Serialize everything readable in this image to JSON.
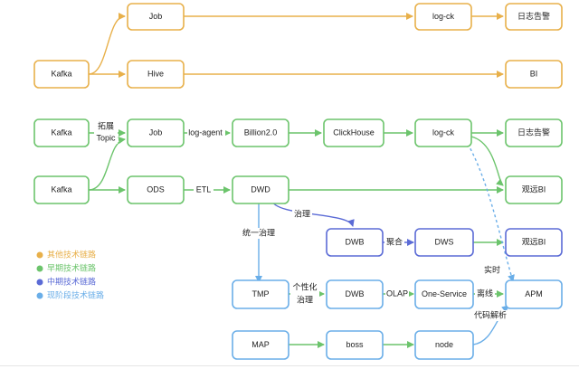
{
  "colors": {
    "orange": "#e8b04a",
    "green": "#6cc46c",
    "indigo": "#5b6bd6",
    "blue": "#6aaee8"
  },
  "nodes": {
    "kafka_1": "Kafka",
    "job_1": "Job",
    "logck_1": "log-ck",
    "alert_1": "日志告警",
    "hive": "Hive",
    "bi_1": "BI",
    "kafka_2": "Kafka",
    "job_2": "Job",
    "billion": "Billion2.0",
    "clickhouse": "ClickHouse",
    "logck_2": "log-ck",
    "alert_2": "日志告警",
    "kafka_3": "Kafka",
    "ods": "ODS",
    "dwd": "DWD",
    "bi_2": "观远BI",
    "dwb_1": "DWB",
    "dws": "DWS",
    "bi_3": "观远BI",
    "tmp": "TMP",
    "dwb_2": "DWB",
    "one_service": "One-Service",
    "apm": "APM",
    "map": "MAP",
    "boss": "boss",
    "node": "node"
  },
  "edge_labels": {
    "expand": "拓展",
    "topic": "Topic",
    "log_agent": "log-agent",
    "etl": "ETL",
    "govern": "治理",
    "unified_govern": "统一治理",
    "aggregate": "聚合",
    "personalized": "个性化",
    "personalized_govern": "治理",
    "olap": "OLAP",
    "offline": "离线",
    "realtime": "实时",
    "code_parse": "代码解析"
  },
  "legend": [
    {
      "label": "其他技术链路",
      "color": "#e8b04a"
    },
    {
      "label": "早期技术链路",
      "color": "#6cc46c"
    },
    {
      "label": "中期技术链路",
      "color": "#5b6bd6"
    },
    {
      "label": "现阶段技术链路",
      "color": "#6aaee8"
    }
  ]
}
